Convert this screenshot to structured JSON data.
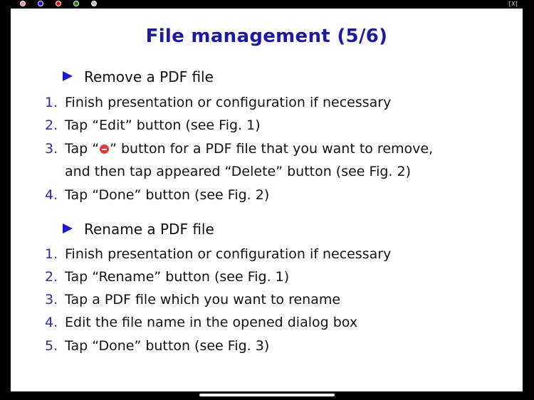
{
  "topbar": {
    "dots": [
      {
        "name": "pink-dot",
        "color": "#f28a9a"
      },
      {
        "name": "blue-dot",
        "color": "#1010ee"
      },
      {
        "name": "red-dot",
        "color": "#ee1010"
      },
      {
        "name": "green-dot",
        "color": "#108810"
      },
      {
        "name": "checker-dot",
        "color": "#bbbbbb"
      }
    ],
    "close_label": "[X]"
  },
  "slide": {
    "title": "File management (5/6)",
    "sections": [
      {
        "title": "Remove a PDF file",
        "items": [
          {
            "num": "1.",
            "text": "Finish presentation or configuration if necessary"
          },
          {
            "num": "2.",
            "text": "Tap “Edit” button (see Fig. 1)"
          },
          {
            "num": "3.",
            "text_before": "Tap “",
            "icon": "minus-circle-icon",
            "text_after": "” button for a PDF file that you want to remove,",
            "text_line2": "and then tap appeared “Delete” button (see Fig. 2)"
          },
          {
            "num": "4.",
            "text": "Tap “Done” button (see Fig. 2)"
          }
        ]
      },
      {
        "title": "Rename a PDF file",
        "items": [
          {
            "num": "1.",
            "text": "Finish presentation or configuration if necessary"
          },
          {
            "num": "2.",
            "text": "Tap “Rename” button (see Fig. 1)"
          },
          {
            "num": "3.",
            "text": "Tap a PDF file which you want to rename"
          },
          {
            "num": "4.",
            "text": "Edit the file name in the opened dialog box"
          },
          {
            "num": "5.",
            "text": "Tap “Done” button (see Fig. 3)"
          }
        ]
      }
    ]
  },
  "colors": {
    "title": "#1a1aa6",
    "bullet": "#1a1ad6",
    "number": "#2a2ab0",
    "minus_icon": "#e8392f"
  }
}
